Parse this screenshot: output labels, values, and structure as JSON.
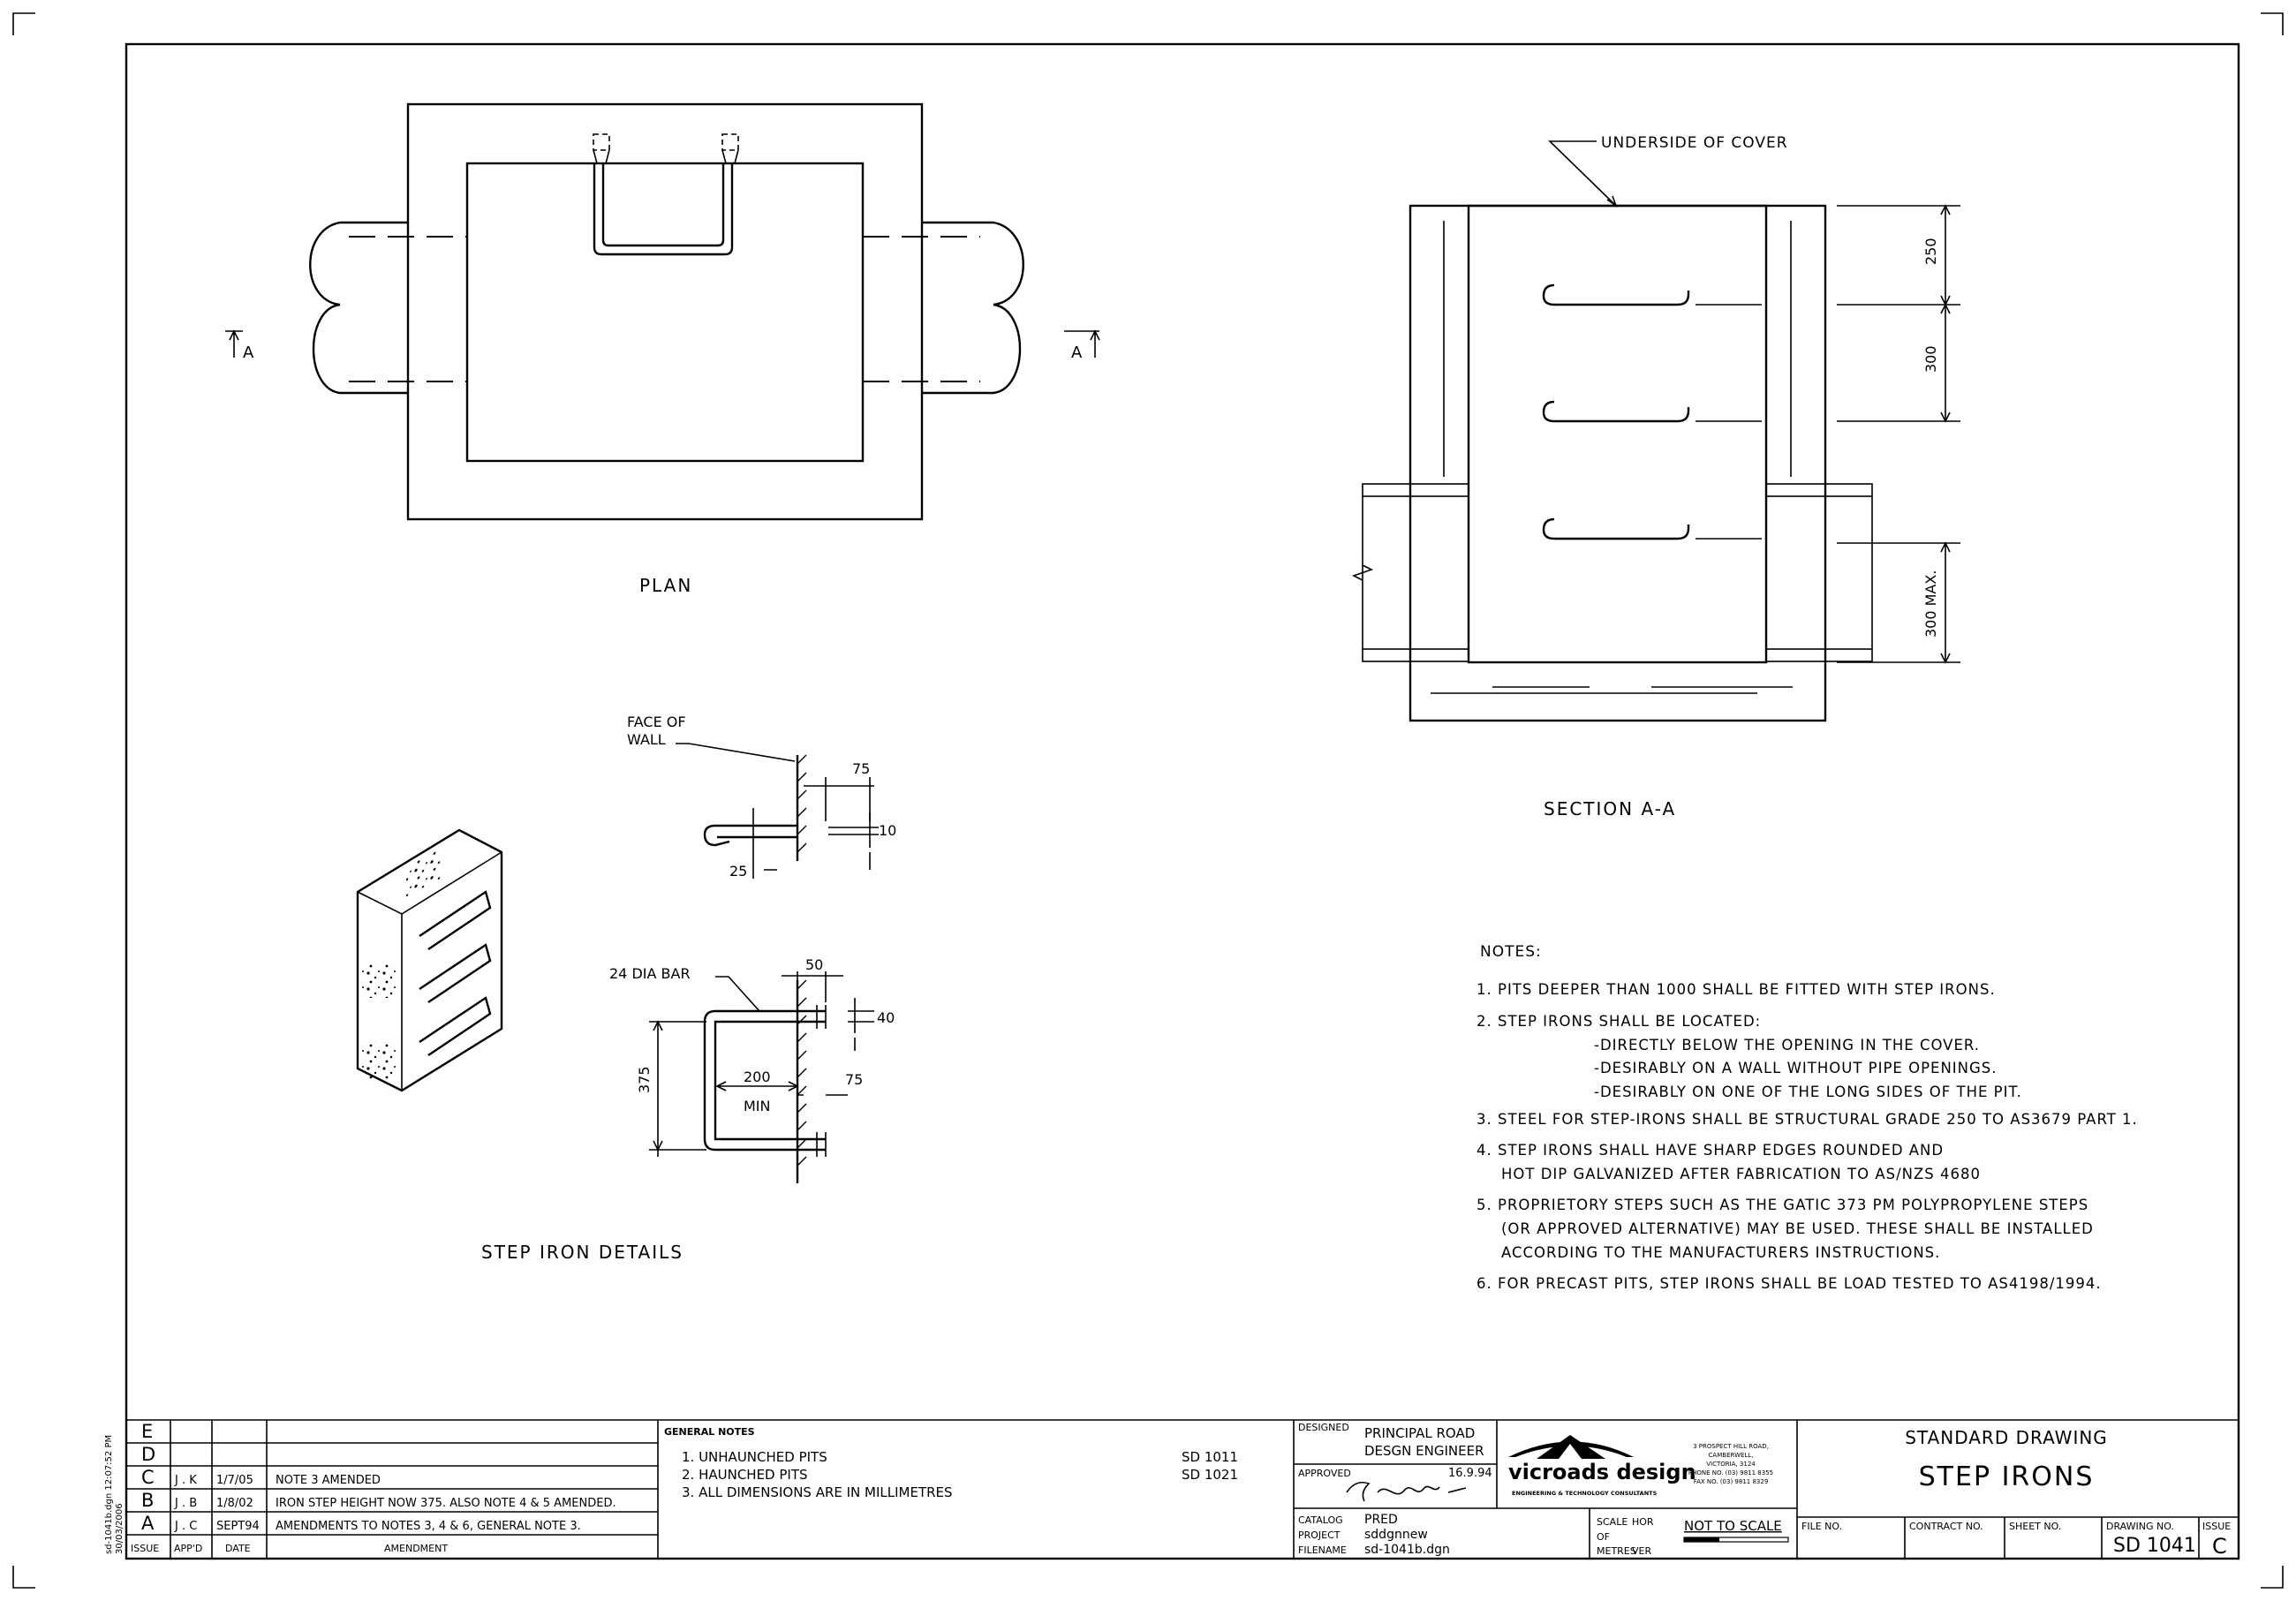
{
  "plan": {
    "title": "PLAN",
    "section_mark": "A"
  },
  "section": {
    "title": "SECTION A-A",
    "underside_label": "UNDERSIDE OF COVER",
    "dims": [
      "250",
      "300",
      "300 MAX."
    ]
  },
  "details": {
    "title": "STEP IRON DETAILS",
    "face_of_wall": [
      "FACE OF",
      "WALL"
    ],
    "bar_label": "24 DIA BAR",
    "dims_top": [
      "75",
      "10",
      "25"
    ],
    "dims_bottom": [
      "50",
      "40",
      "375",
      "200",
      "MIN",
      "75"
    ]
  },
  "notes": {
    "heading": "NOTES:",
    "lines": [
      "1.  PITS DEEPER THAN 1000 SHALL BE FITTED WITH STEP IRONS.",
      "2.  STEP IRONS SHALL BE LOCATED:",
      "-DIRECTLY BELOW  THE OPENING IN THE COVER.",
      "-DESIRABLY ON A  WALL WITHOUT PIPE OPENINGS.",
      "-DESIRABLY ON ONE OF THE LONG SIDES OF THE PIT.",
      "3.  STEEL FOR STEP-IRONS SHALL BE STRUCTURAL GRADE 250 TO AS3679 PART 1.",
      "4.  STEP IRONS SHALL HAVE SHARP EDGES ROUNDED AND",
      "HOT DIP GALVANIZED AFTER FABRICATION TO AS/NZS 4680",
      "5.  PROPRIETORY STEPS SUCH AS THE GATIC 373 PM POLYPROPYLENE STEPS",
      "(OR APPROVED ALTERNATIVE) MAY BE USED. THESE SHALL BE INSTALLED",
      "ACCORDING TO THE MANUFACTURERS INSTRUCTIONS.",
      "6.  FOR PRECAST PITS, STEP IRONS SHALL BE LOAD TESTED TO AS4198/1994."
    ]
  },
  "side_stamp": [
    "sd-1041b.dgn   12:07:52 PM",
    "30/03/2006"
  ],
  "revisions": {
    "rows": [
      {
        "issue": "E",
        "appd": "",
        "date": "",
        "amendment": ""
      },
      {
        "issue": "D",
        "appd": "",
        "date": "",
        "amendment": ""
      },
      {
        "issue": "C",
        "appd": "J . K",
        "date": "1/7/05",
        "amendment": "NOTE 3 AMENDED"
      },
      {
        "issue": "B",
        "appd": "J . B",
        "date": "1/8/02",
        "amendment": "IRON STEP   HEIGHT NOW  375. ALSO   NOTE 4 & 5 AMENDED."
      },
      {
        "issue": "A",
        "appd": "J . C",
        "date": "SEPT94",
        "amendment": "AMENDMENTS TO NOTES 3, 4 & 6, GENERAL NOTE 3."
      }
    ],
    "headers": {
      "issue": "ISSUE",
      "appd": "APP'D",
      "date": "DATE",
      "amendment": "AMENDMENT"
    }
  },
  "general_notes": {
    "heading": "GENERAL NOTES",
    "items": [
      {
        "text": "1.  UNHAUNCHED PITS",
        "ref": "SD 1011"
      },
      {
        "text": "2.  HAUNCHED PITS",
        "ref": "SD 1021"
      },
      {
        "text": "3.  ALL DIMENSIONS ARE IN MILLIMETRES",
        "ref": ""
      }
    ]
  },
  "signoff": {
    "designed_label": "DESIGNED",
    "designed_value": [
      "PRINCIPAL ROAD",
      "DESGN ENGINEER"
    ],
    "approved_label": "APPROVED",
    "approved_date": "16.9.94",
    "catalog_label": "CATALOG",
    "catalog_value": "PRED",
    "project_label": "PROJECT",
    "project_value": "sddgnnew",
    "filename_label": "FILENAME",
    "filename_value": "sd-1041b.dgn"
  },
  "company": {
    "name": "vicroads design",
    "tagline": "ENGINEERING & TECHNOLOGY CONSULTANTS",
    "address": [
      "3 PROSPECT HILL ROAD,",
      "CAMBERWELL,",
      "VICTORIA, 3124",
      "PHONE NO. (03) 9811 8355",
      "FAX NO. (03) 9811 8329"
    ]
  },
  "scale": {
    "label": "SCALE",
    "hor": "HOR",
    "of": "OF",
    "metres": "METRES",
    "ver": "VER",
    "value": "NOT TO SCALE"
  },
  "title_block": {
    "heading": "STANDARD DRAWING",
    "title": "STEP IRONS",
    "file_label": "FILE NO.",
    "contract_label": "CONTRACT NO.",
    "sheet_label": "SHEET NO.",
    "drawing_label": "DRAWING NO.",
    "drawing_value": "SD 1041",
    "issue_label": "ISSUE",
    "issue_value": "C"
  }
}
